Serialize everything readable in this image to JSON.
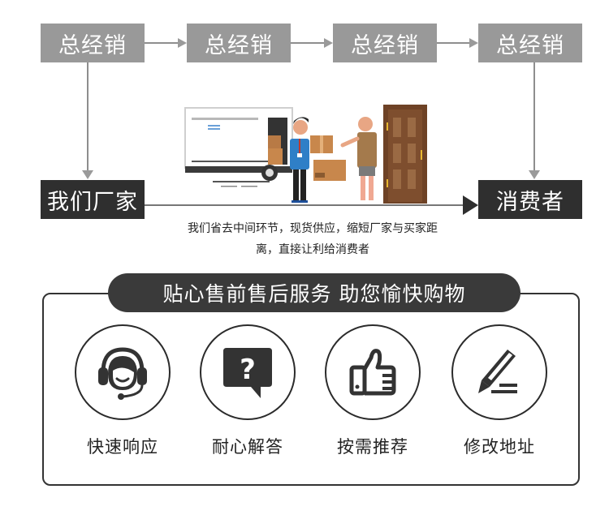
{
  "flow": {
    "distributors": [
      "总经销",
      "总经销",
      "总经销",
      "总经销"
    ],
    "factory": "我们厂家",
    "consumer": "消费者",
    "description_line1": "我们省去中间环节，现货供应，缩短厂家与买家距",
    "description_line2": "离，直接让利给消费者"
  },
  "illustration": {
    "semantic": "delivery-man-handing-box-to-customer-at-door",
    "colors": {
      "truck": "#e8e8e8",
      "shirt": "#2f7fc7",
      "box": "#c8874c",
      "door": "#7a4a2a",
      "customer_shirt": "#a47a4c"
    }
  },
  "service": {
    "banner": "贴心售前售后服务 助您愉快购物",
    "features": [
      {
        "icon": "headset-agent-icon",
        "label": "快速响应"
      },
      {
        "icon": "question-bubble-icon",
        "label": "耐心解答"
      },
      {
        "icon": "thumbs-up-icon",
        "label": "按需推荐"
      },
      {
        "icon": "pencil-edit-icon",
        "label": "修改地址"
      }
    ]
  },
  "colors": {
    "gray_box": "#999999",
    "dark_box": "#2f2f2f",
    "line": "#8e8e8e"
  }
}
